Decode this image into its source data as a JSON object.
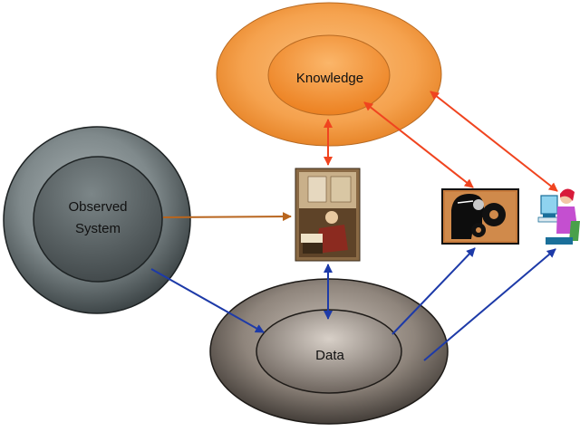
{
  "nodes": {
    "knowledge": {
      "label": "Knowledge"
    },
    "observed_system": {
      "label_line1": "Observed",
      "label_line2": "System"
    },
    "data": {
      "label": "Data"
    }
  },
  "icons": {
    "scholar": "scholar-reading-icon",
    "ai": "head-with-gears-icon",
    "user": "person-at-computer-icon"
  },
  "colors": {
    "knowledge_outer": "#f5a24e",
    "knowledge_inner": "#f08a2a",
    "arrow_red": "#f0441f",
    "arrow_blue": "#1d3aa8",
    "arrow_brown": "#b8651e"
  }
}
